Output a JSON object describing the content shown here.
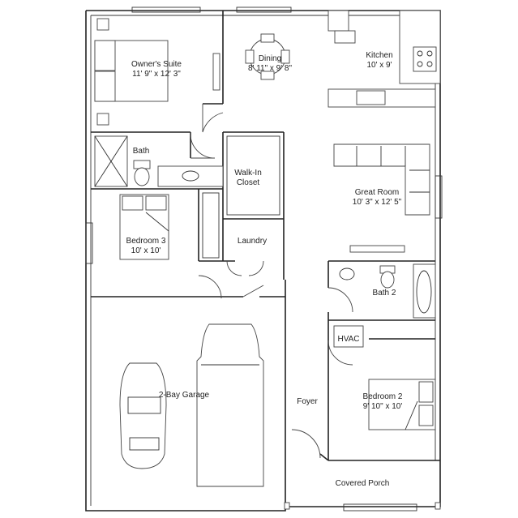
{
  "rooms": {
    "owners_suite": {
      "name": "Owner's Suite",
      "dims": "11' 9\" x 12' 3\""
    },
    "dining": {
      "name": "Dining",
      "dims": "8' 11\" x 9' 8\""
    },
    "kitchen": {
      "name": "Kitchen",
      "dims": "10' x 9'"
    },
    "bath": {
      "name": "Bath"
    },
    "walk_in_closet": {
      "name_line1": "Walk-In",
      "name_line2": "Closet"
    },
    "great_room": {
      "name": "Great Room",
      "dims": "10' 3\" x 12' 5\""
    },
    "bedroom3": {
      "name": "Bedroom 3",
      "dims": "10' x 10'"
    },
    "laundry": {
      "name": "Laundry"
    },
    "bath2": {
      "name": "Bath 2"
    },
    "hvac": {
      "name": "HVAC"
    },
    "garage": {
      "name": "2-Bay Garage"
    },
    "foyer": {
      "name": "Foyer"
    },
    "bedroom2": {
      "name": "Bedroom 2",
      "dims": "9' 10\" x 10'"
    },
    "porch": {
      "name": "Covered Porch"
    }
  }
}
